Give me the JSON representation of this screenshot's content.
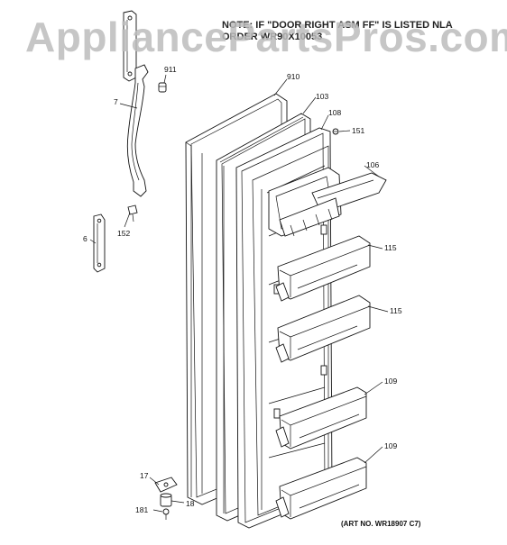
{
  "watermark": "AppliancePartsPros.com",
  "note": {
    "line1": "NOTE: IF \"DOOR RIGHT ASM FF\" IS LISTED NLA",
    "line2": "ORDER WR90X10053"
  },
  "art_number": "(ART NO. WR18907 C7)",
  "callouts": {
    "c911": "911",
    "c7": "7",
    "c910": "910",
    "c103": "103",
    "c108": "108",
    "c151": "151",
    "c106": "106",
    "c152": "152",
    "c6": "6",
    "c115a": "115",
    "c115b": "115",
    "c109a": "109",
    "c109b": "109",
    "c17": "17",
    "c18": "18",
    "c181": "181"
  }
}
